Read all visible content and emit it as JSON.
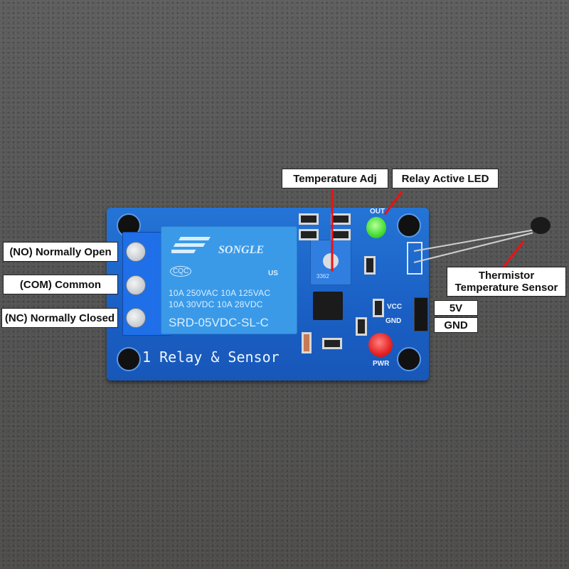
{
  "annotations": {
    "no": "(NO) Normally Open",
    "com": "(COM) Common",
    "nc": "(NC) Normally Closed",
    "temp_adj": "Temperature Adj",
    "relay_led": "Relay Active LED",
    "thermistor_line1": "Thermistor",
    "thermistor_line2": "Temperature Sensor",
    "vcc_5v": "5V",
    "gnd": "GND"
  },
  "board": {
    "silkscreen_title": "1 Relay & Sensor",
    "out_label": "OUT",
    "pwr_label": "PWR",
    "vcc_label": "VCC",
    "gnd_label": "GND",
    "pot_code": "3362",
    "colors": {
      "pcb": "#1a63c8",
      "led_out": "#44dd33",
      "led_pwr": "#e52222",
      "arrow": "#ee1111"
    }
  },
  "relay": {
    "brand": "SONGLE",
    "cert_left": "CQC",
    "cert_right": "US",
    "spec_line1": "10A 250VAC  10A 125VAC",
    "spec_line2": "10A  30VDC  10A  28VDC",
    "model": "SRD-05VDC-SL-C"
  }
}
